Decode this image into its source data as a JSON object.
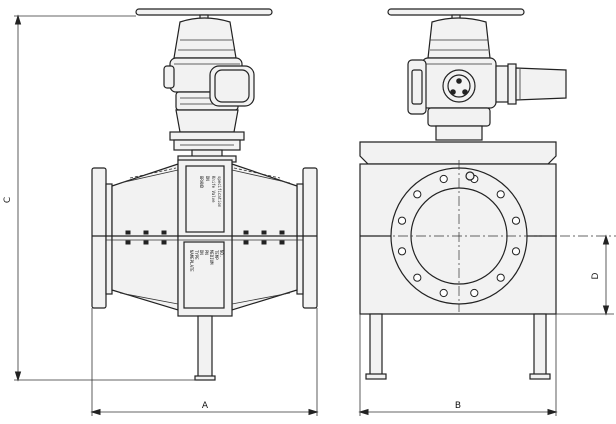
{
  "dimensions": {
    "a": "A",
    "b": "B",
    "c": "C",
    "d": "D"
  },
  "plates": {
    "upper": [
      "BRAND",
      "DN",
      "Knife Valve",
      "specification"
    ],
    "lower": [
      "NAMEPLATE",
      "TYPE",
      "DN",
      "PN",
      "MEDIUM",
      "TEMP",
      "NO."
    ]
  },
  "bolt_holes": 12
}
